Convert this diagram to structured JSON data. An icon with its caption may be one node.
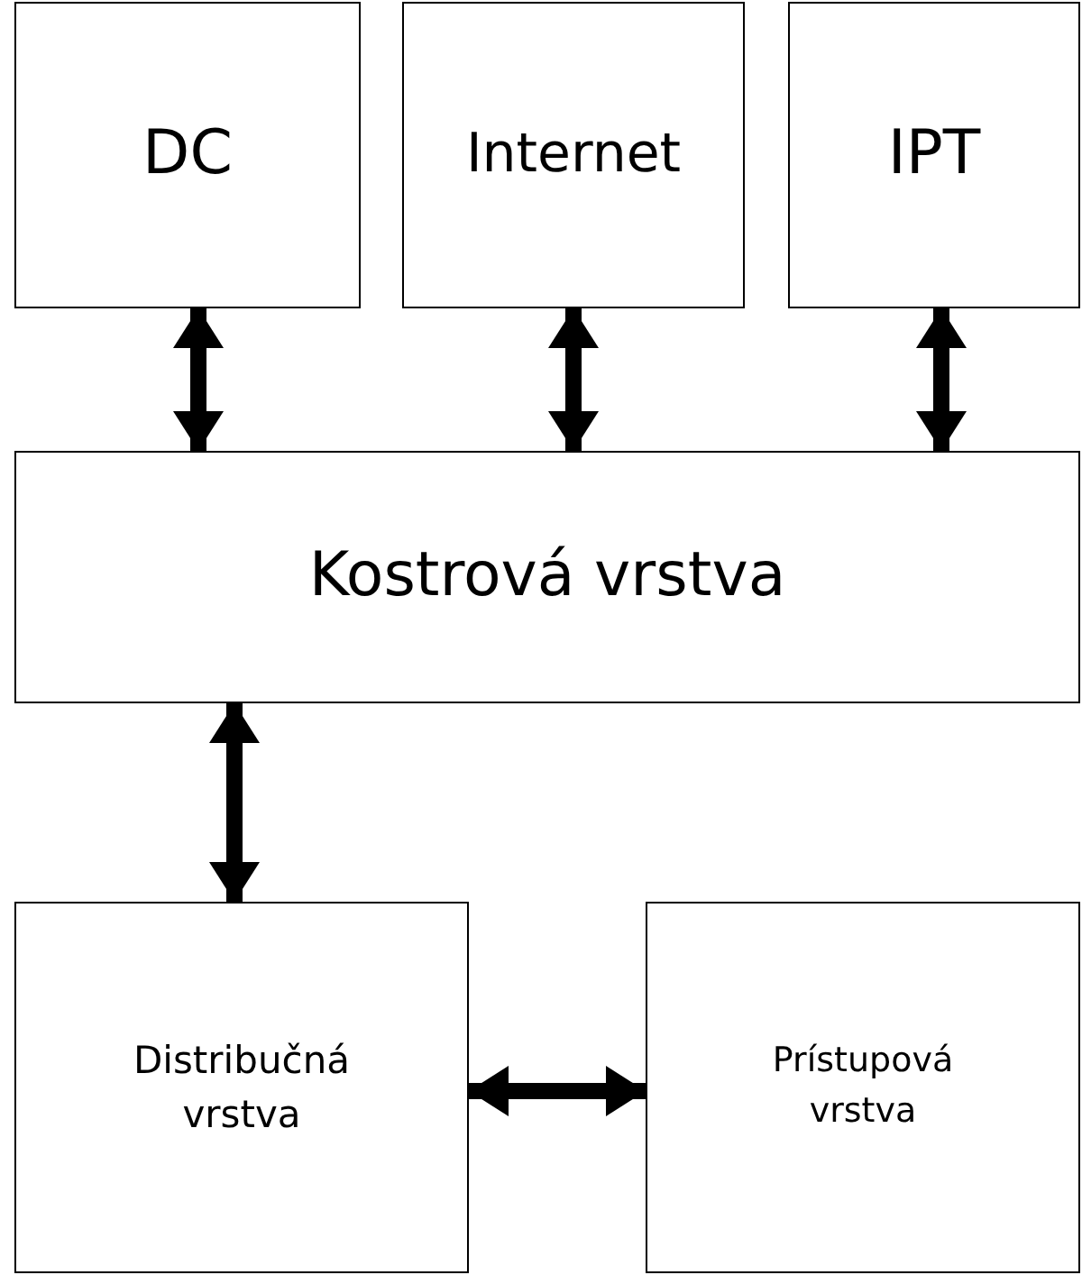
{
  "diagram": {
    "nodes": [
      {
        "text": [
          "DC"
        ]
      },
      {
        "text": [
          "Internet"
        ]
      },
      {
        "text": [
          "IPT"
        ]
      },
      {
        "text": [
          "Kostrová vrstva"
        ]
      },
      {
        "text": [
          "Distribučná vrstva"
        ]
      },
      {
        "text": [
          "Prístupová vrstva"
        ]
      }
    ],
    "edges": [
      {
        "from": 0,
        "to": 3,
        "arrow": "both"
      },
      {
        "from": 1,
        "to": 3,
        "arrow": "both"
      },
      {
        "from": 2,
        "to": 3,
        "arrow": "both"
      },
      {
        "from": 3,
        "to": 4,
        "arrow": "both"
      },
      {
        "from": 4,
        "to": 5,
        "arrow": "both"
      }
    ]
  }
}
